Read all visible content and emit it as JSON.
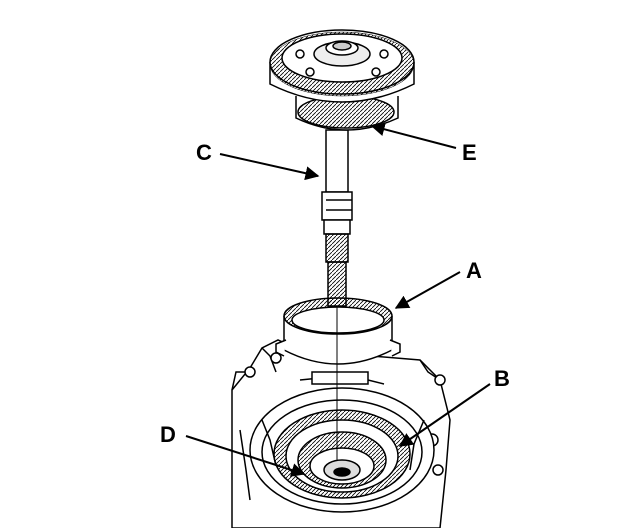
{
  "labels": {
    "a": "A",
    "b": "B",
    "c": "C",
    "d": "D",
    "e": "E"
  },
  "colors": {
    "ink": "#000000",
    "paper": "#ffffff",
    "shade": "#d8d8d8"
  }
}
